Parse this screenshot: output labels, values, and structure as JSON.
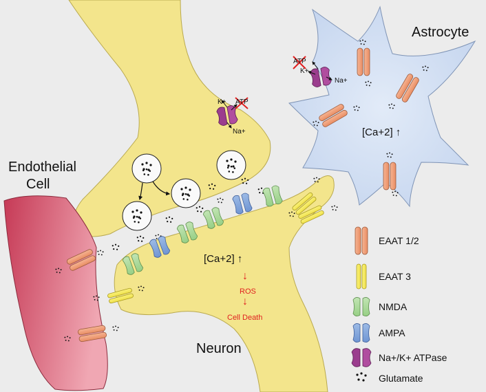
{
  "labels": {
    "astrocyte": "Astrocyte",
    "endothelial_line1": "Endothelial",
    "endothelial_line2": "Cell",
    "neuron": "Neuron",
    "astro_calcium": "[Ca+2] ↑",
    "neuron_calcium": "[Ca+2] ↑",
    "ros": "ROS",
    "cell_death": "Cell Death",
    "atp": "ATP",
    "k_ion": "K+",
    "na_ion": "Na+"
  },
  "legend": [
    {
      "key": "eaat12",
      "label": "EAAT 1/2",
      "color": "#f4a882"
    },
    {
      "key": "eaat3",
      "label": "EAAT 3",
      "color": "#f4ea5a"
    },
    {
      "key": "nmda",
      "label": "NMDA",
      "color": "#a9d89a"
    },
    {
      "key": "ampa",
      "label": "AMPA",
      "color": "#7fa3db"
    },
    {
      "key": "atpase",
      "label": "Na+/K+ ATPase",
      "color": "#9b3d8e"
    },
    {
      "key": "glutamate",
      "label": "Glutamate",
      "color": "#111111"
    }
  ],
  "colors": {
    "neuron_fill": "#f3e58c",
    "astrocyte_fill": "#cddcf2",
    "endothelial_fill": "#d9606e",
    "arrow_red": "#e02020"
  }
}
